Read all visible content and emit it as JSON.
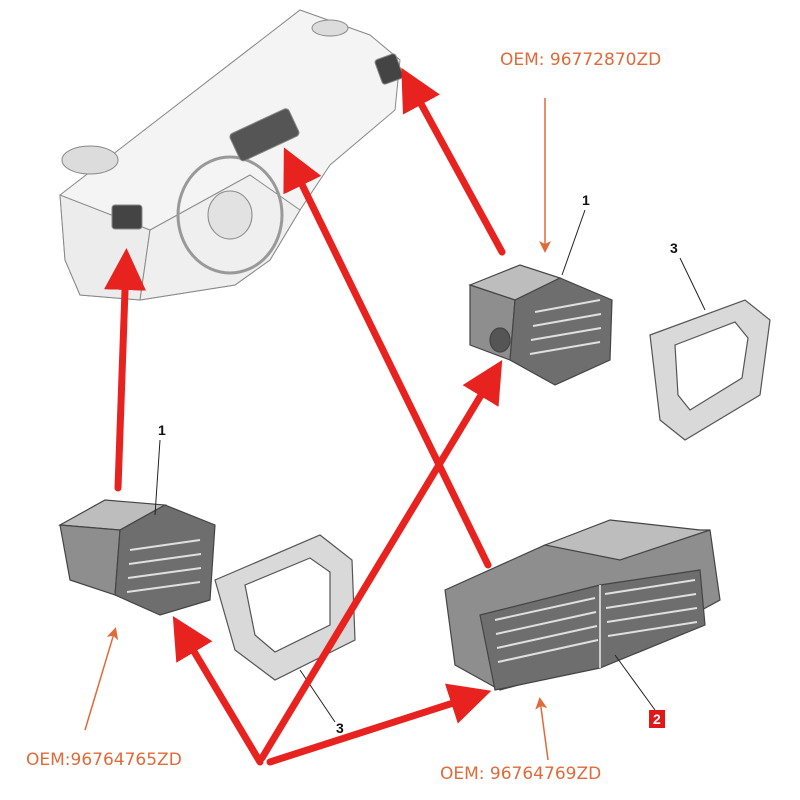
{
  "labels": {
    "oem_top": "OEM: 96772870ZD",
    "oem_left": "OEM:96764765ZD",
    "oem_bottom": "OEM:  96764769ZD"
  },
  "part_numbers": {
    "vent_right": "1",
    "vent_left": "1",
    "bezel_right": "3",
    "bezel_left": "3",
    "center_vent": "2"
  },
  "colors": {
    "arrow": "#e8231f",
    "leader": "#e06a3a",
    "badge": "#e01818",
    "part_fill": "#ebebeb",
    "part_stroke": "#444444"
  }
}
